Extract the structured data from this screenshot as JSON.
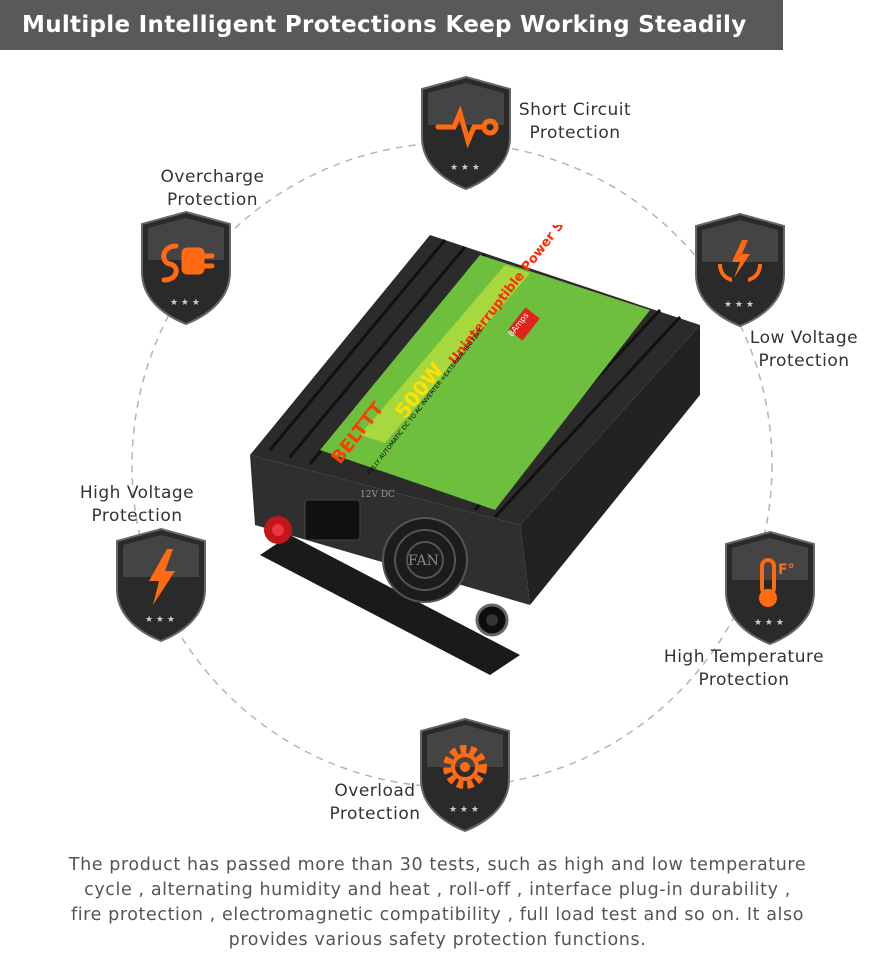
{
  "title": "Multiple Intelligent Protections Keep Working Steadily",
  "protections": [
    {
      "line1": "Short Circuit",
      "line2": "Protection",
      "icon": "short-circuit-icon"
    },
    {
      "line1": "Low Voltage",
      "line2": "Protection",
      "icon": "low-voltage-icon"
    },
    {
      "line1": "High Temperature",
      "line2": "Protection",
      "icon": "high-temperature-icon"
    },
    {
      "line1": "Overload",
      "line2": "Protection",
      "icon": "overload-gear-icon"
    },
    {
      "line1": "High Voltage",
      "line2": "Protection",
      "icon": "high-voltage-icon"
    },
    {
      "line1": "Overcharge",
      "line2": "Protection",
      "icon": "overcharge-plug-icon"
    }
  ],
  "product": {
    "brand": "BELTTT",
    "wattage": "500W",
    "headline": "Uninterruptible Power Source",
    "subtitle": "FULLY AUTOMATIC DC TO AC INVERTER +EXTERNAL BATTERY",
    "amps": "8Amps",
    "fan": "FAN",
    "dc_label": "12V DC"
  },
  "description": [
    "The product has passed more than 30 tests, such as high and low temperature",
    "cycle , alternating humidity and heat , roll-off , interface plug-in durability ,",
    "fire protection , electromagnetic compatibility , full load test and so on. It also",
    "provides various safety protection functions."
  ],
  "colors": {
    "accent": "#ff6a13",
    "shield_dark": "#2a2a2a",
    "title_bg": "#595959",
    "label_green": "#7ac043"
  }
}
